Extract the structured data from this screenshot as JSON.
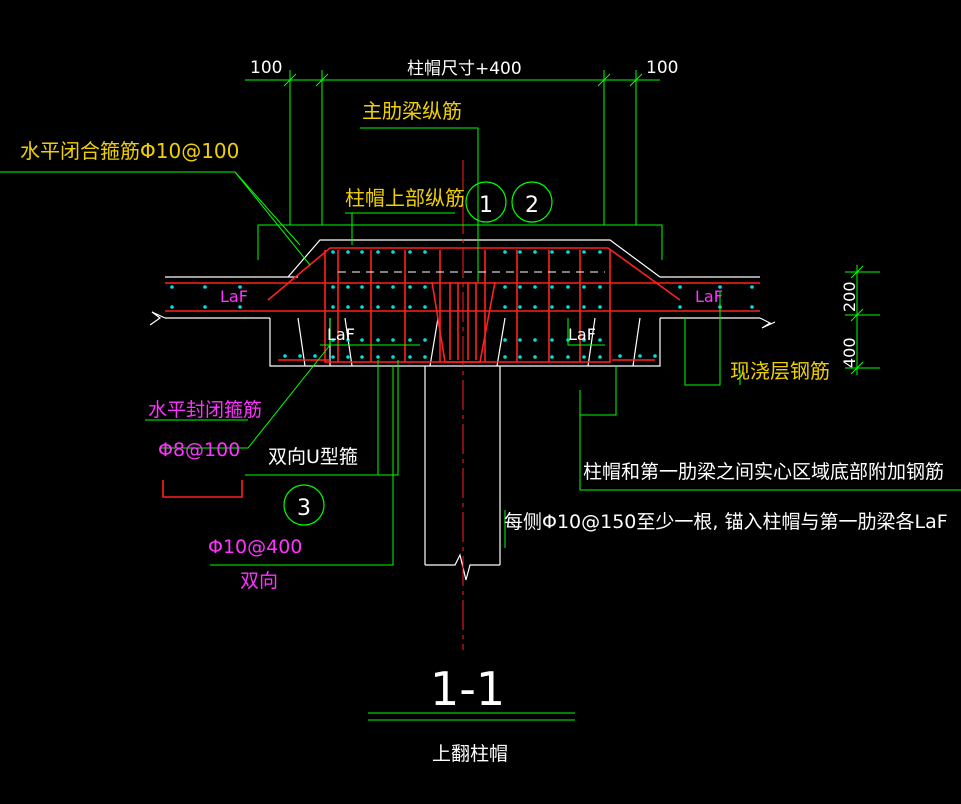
{
  "drawing": {
    "dims": {
      "left_100": "100",
      "right_100": "100",
      "cap_size": "柱帽尺寸+400",
      "dim_200": "200",
      "dim_400": "400"
    },
    "labels": {
      "main_rib_bars": "主肋梁纵筋",
      "horizontal_closed_stirrup": "水平闭合箍筋Φ10@100",
      "cap_top_bars": "柱帽上部纵筋",
      "laf_left": "LaF",
      "laf_right": "LaF",
      "laf_inner_left": "LaF",
      "laf_inner_right": "LaF",
      "cast_layer_bars": "现浇层钢筋",
      "horizontal_sealed_stirrup": "水平封闭箍筋",
      "phi8": "Φ8@100",
      "u_stirrup": "双向U型箍",
      "phi10_400": "Φ10@400",
      "bidirectional": "双向",
      "note_line1": "柱帽和第一肋梁之间实心区域底部附加钢筋",
      "note_line2": "每侧Φ10@150至少一根, 锚入柱帽与第一肋梁各LaF"
    },
    "markers": {
      "m1": "1",
      "m2": "2",
      "m3": "3"
    },
    "section": {
      "title": "1-1",
      "subtitle": "上翻柱帽"
    }
  }
}
